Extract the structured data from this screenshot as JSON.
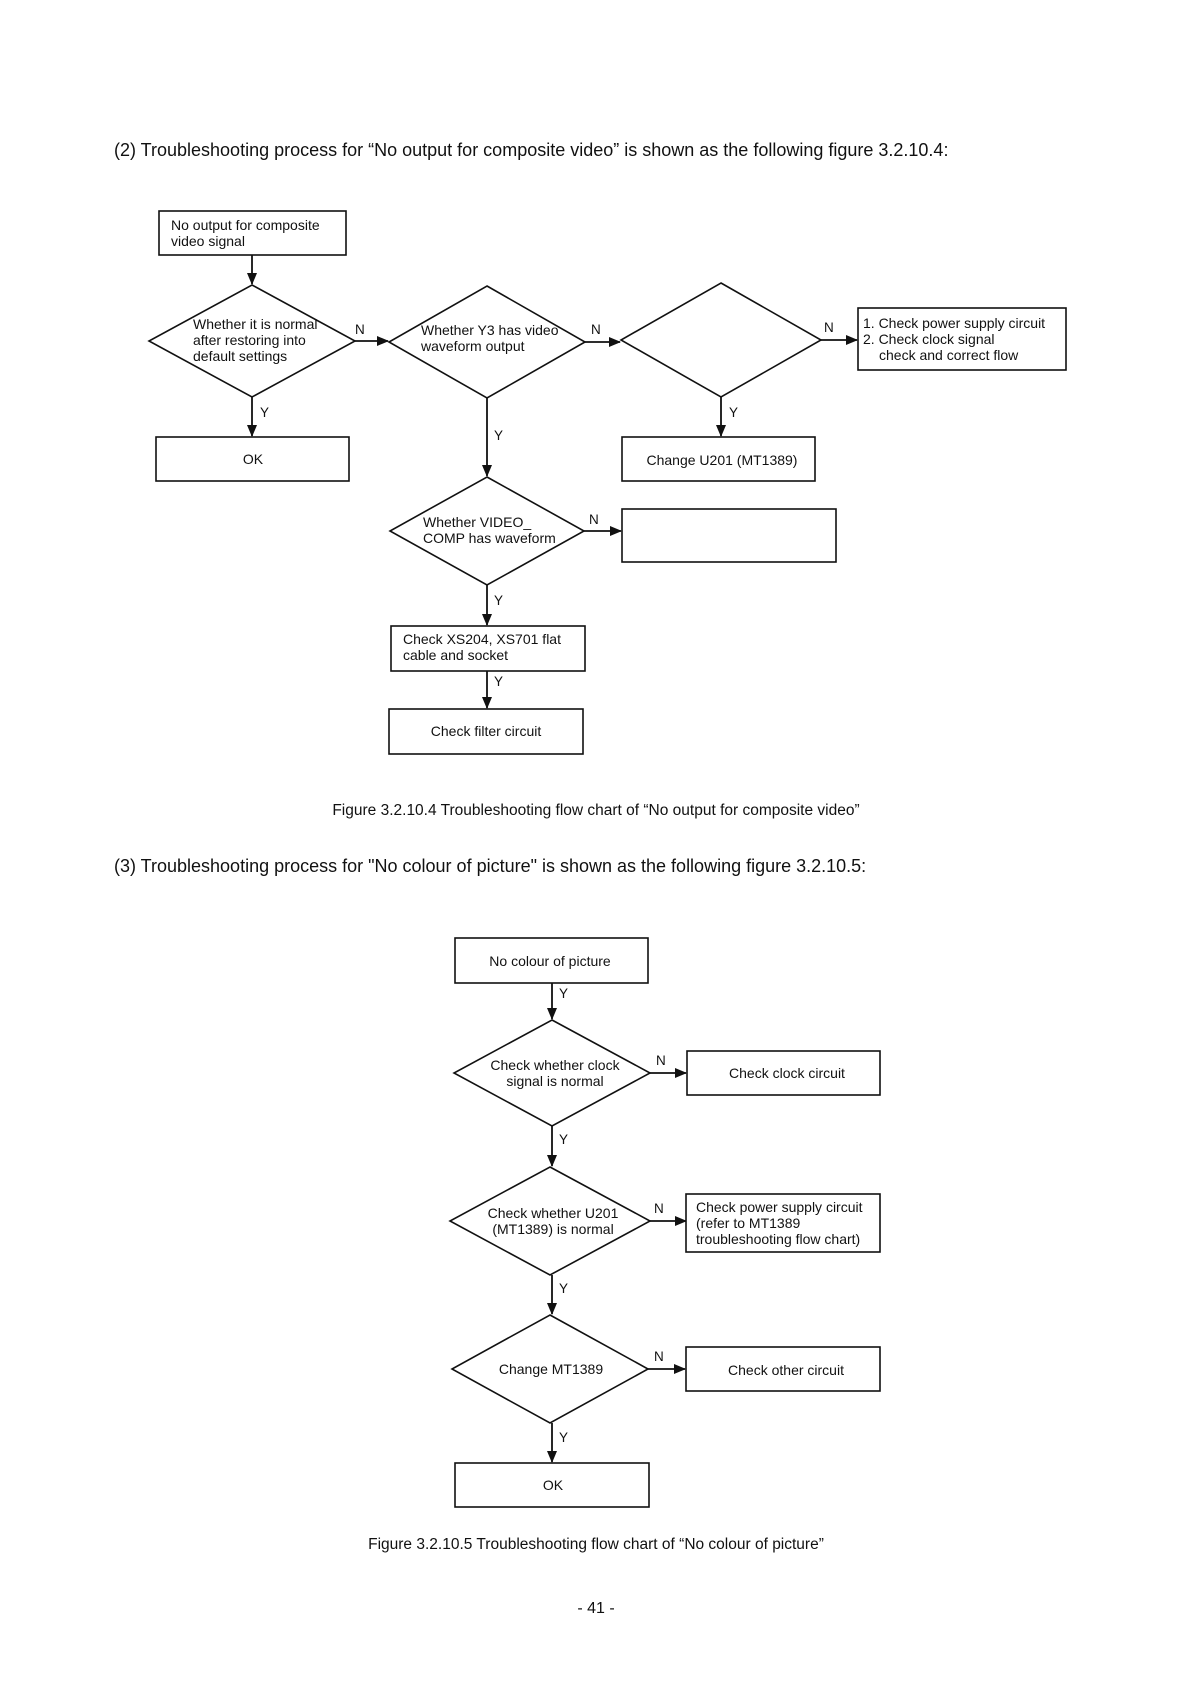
{
  "page": {
    "number": "- 41 -"
  },
  "section2": {
    "heading": "(2) Troubleshooting process for “No output for composite video” is shown as the following figure 3.2.10.4:",
    "caption": "Figure 3.2.10.4 Troubleshooting flow chart of “No output for composite video”",
    "flow": {
      "start": [
        "No output for composite",
        "video signal"
      ],
      "dec_default": [
        "Whether it is normal",
        "after restoring into",
        "default settings"
      ],
      "ok": "OK",
      "dec_y3": [
        "Whether Y3 has video",
        "waveform output"
      ],
      "dec_blank": "",
      "power_box": [
        "1. Check power supply circuit",
        "2. Check clock signal",
        "check and correct flow"
      ],
      "change_u201": "Change U201 (MT1389)",
      "dec_video": [
        "Whether VIDEO_",
        "COMP has waveform"
      ],
      "blank_box": "",
      "check_xs": [
        "Check XS204, XS701 flat",
        "cable and socket"
      ],
      "check_filter": "Check filter circuit"
    }
  },
  "section3": {
    "heading": "(3) Troubleshooting process for \"No colour of picture\" is shown as the following figure 3.2.10.5:",
    "caption": "Figure 3.2.10.5 Troubleshooting flow chart of “No colour of picture”",
    "flow": {
      "start": "No colour of picture",
      "dec_clock": [
        "Check whether clock",
        "signal is normal"
      ],
      "check_clock": "Check clock circuit",
      "dec_u201": [
        "Check whether U201",
        "(MT1389) is normal"
      ],
      "check_power": [
        "Check power supply circuit",
        "(refer to MT1389",
        "troubleshooting flow chart)"
      ],
      "dec_change": "Change MT1389",
      "check_other": "Check other circuit",
      "ok": "OK"
    }
  },
  "labels": {
    "yes": "Y",
    "no": "N"
  }
}
